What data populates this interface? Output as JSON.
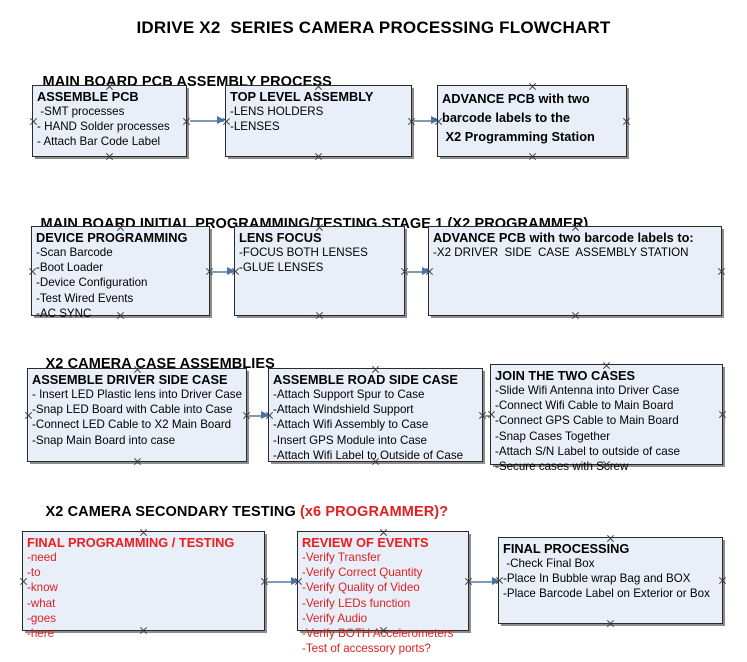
{
  "document": {
    "title": "IDRIVE X2  SERIES CAMERA PROCESSING FLOWCHART",
    "accent_color": "#e02020",
    "box_fill_color": "#e9eff8",
    "arrow_color": "#7d99bb"
  },
  "sections": [
    {
      "heading": "MAIN BOARD PCB ASSEMBLY PROCESS",
      "heading_accent": "",
      "nodes": [
        {
          "title": "ASSEMBLE PCB",
          "lines": [
            " -SMT processes",
            "- HAND Solder processes",
            "- Attach Bar Code Label"
          ]
        },
        {
          "title": "TOP LEVEL ASSEMBLY",
          "lines": [
            "-LENS HOLDERS",
            "-LENSES"
          ]
        },
        {
          "title": "ADVANCE PCB with two",
          "title_line2": "barcode labels to the",
          "title_line3": " X2 Programming Station",
          "lines": []
        }
      ]
    },
    {
      "heading": "MAIN BOARD INITIAL PROGRAMMING/TESTING STAGE 1 (X2 PROGRAMMER)",
      "heading_accent": "",
      "nodes": [
        {
          "title": "DEVICE PROGRAMMING",
          "lines": [
            "-Scan Barcode",
            "-Boot Loader",
            "-Device Configuration",
            "-Test Wired Events",
            "-AC SYNC"
          ]
        },
        {
          "title": "LENS FOCUS",
          "lines": [
            "-FOCUS BOTH LENSES",
            "-GLUE LENSES"
          ]
        },
        {
          "title": "ADVANCE PCB with two barcode labels to:",
          "lines": [
            "-X2 DRIVER  SIDE  CASE  ASSEMBLY STATION"
          ]
        }
      ]
    },
    {
      "heading": "X2 CAMERA CASE ASSEMBLIES",
      "heading_accent": "",
      "nodes": [
        {
          "title": "ASSEMBLE DRIVER SIDE CASE",
          "lines": [
            "- Insert LED Plastic lens into Driver Case",
            "-Snap LED Board with Cable into Case",
            "-Connect LED Cable to X2 Main Board",
            "-Snap Main Board into case"
          ]
        },
        {
          "title": "ASSEMBLE ROAD SIDE CASE",
          "lines": [
            "-Attach Support Spur to Case",
            "-Attach Windshield Support",
            "-Attach Wifi Assembly to Case",
            "-Insert GPS Module into Case",
            "-Attach Wifi Label to Outside of Case"
          ]
        },
        {
          "title": "JOIN THE TWO CASES",
          "lines": [
            "-Slide Wifi Antenna into Driver Case",
            "-Connect Wifi Cable to Main Board",
            "-Connect GPS Cable to Main Board",
            "-Snap Cases Together",
            "-Attach S/N Label to outside of case",
            "-Secure cases with Screw"
          ]
        }
      ]
    },
    {
      "heading": "X2 CAMERA SECONDARY TESTING ",
      "heading_accent": "(x6 PROGRAMMER)?",
      "nodes": [
        {
          "title": "FINAL PROGRAMMING / TESTING",
          "lines": [
            "-need",
            "-to",
            "-know",
            "-what",
            "-goes",
            "-here"
          ]
        },
        {
          "title": "REVIEW OF EVENTS",
          "lines": [
            "-Verify Transfer",
            "-Verify Correct Quantity",
            "-Verify Quality of Video",
            "-Verify LEDs function",
            "-Verify Audio",
            "-Verify BOTH Accelerometers"
          ],
          "overflow_line": "-Test of accessory ports?"
        },
        {
          "title": "FINAL PROCESSING",
          "lines": [
            " -Check Final Box",
            "-Place In Bubble wrap Bag and BOX",
            "-Place Barcode Label on Exterior or Box"
          ]
        }
      ]
    }
  ]
}
